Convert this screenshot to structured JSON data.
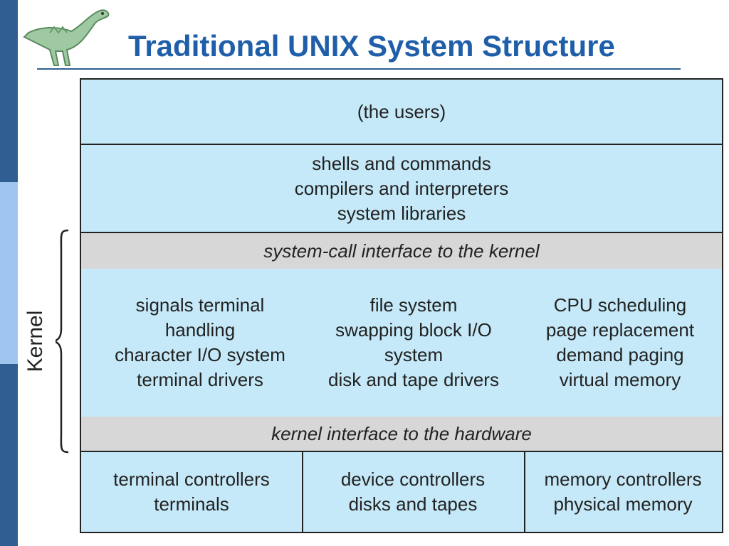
{
  "slide": {
    "title": "Traditional UNIX System Structure"
  },
  "diagram": {
    "users": "(the users)",
    "shells": [
      "shells and commands",
      "compilers and interpreters",
      "system libraries"
    ],
    "syscall_interface": "system-call interface to the kernel",
    "kernel_columns": [
      [
        "signals terminal",
        "handling",
        "character I/O system",
        "terminal drivers"
      ],
      [
        "file system",
        "swapping block I/O",
        "system",
        "disk and tape drivers"
      ],
      [
        "CPU scheduling",
        "page replacement",
        "demand paging",
        "virtual memory"
      ]
    ],
    "hardware_interface": "kernel interface to the hardware",
    "controller_columns": [
      [
        "terminal controllers",
        "terminals"
      ],
      [
        "device controllers",
        "disks and tapes"
      ],
      [
        "memory controllers",
        "physical memory"
      ]
    ],
    "kernel_label": "Kernel"
  },
  "colors": {
    "title": "#1f5ea8",
    "layer_fill": "#c5e9f8",
    "interface_fill": "#d7d7d7",
    "sidebar_dark": "#2f5f92",
    "sidebar_light": "#9fc6ee"
  },
  "icons": {
    "logo": "dinosaur-icon"
  }
}
